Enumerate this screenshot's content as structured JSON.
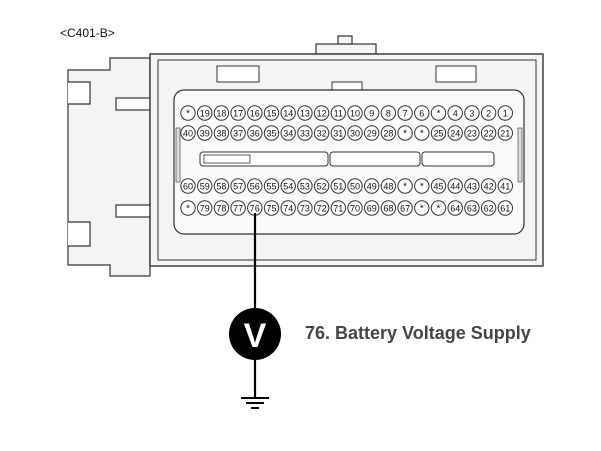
{
  "connector": {
    "id": "<C401-B>",
    "rows": [
      [
        "*",
        "19",
        "18",
        "17",
        "16",
        "15",
        "14",
        "13",
        "12",
        "11",
        "10",
        "9",
        "8",
        "7",
        "6",
        "*",
        "4",
        "3",
        "2",
        "1"
      ],
      [
        "40",
        "39",
        "38",
        "37",
        "36",
        "35",
        "34",
        "33",
        "32",
        "31",
        "30",
        "29",
        "28",
        "*",
        "*",
        "25",
        "24",
        "23",
        "22",
        "21"
      ],
      [
        "60",
        "59",
        "58",
        "57",
        "56",
        "55",
        "54",
        "53",
        "52",
        "51",
        "50",
        "49",
        "48",
        "*",
        "*",
        "45",
        "44",
        "43",
        "42",
        "41"
      ],
      [
        "*",
        "79",
        "78",
        "77",
        "76",
        "75",
        "74",
        "73",
        "72",
        "71",
        "70",
        "69",
        "68",
        "67",
        "*",
        "*",
        "64",
        "63",
        "62",
        "61"
      ]
    ]
  },
  "probe": {
    "meter_symbol": "V",
    "pin": "76",
    "caption": "76. Battery Voltage Supply"
  },
  "colors": {
    "outline": "#333333",
    "housing": "#f4f4f4",
    "meter_fill": "#000000",
    "meter_text": "#ffffff"
  }
}
